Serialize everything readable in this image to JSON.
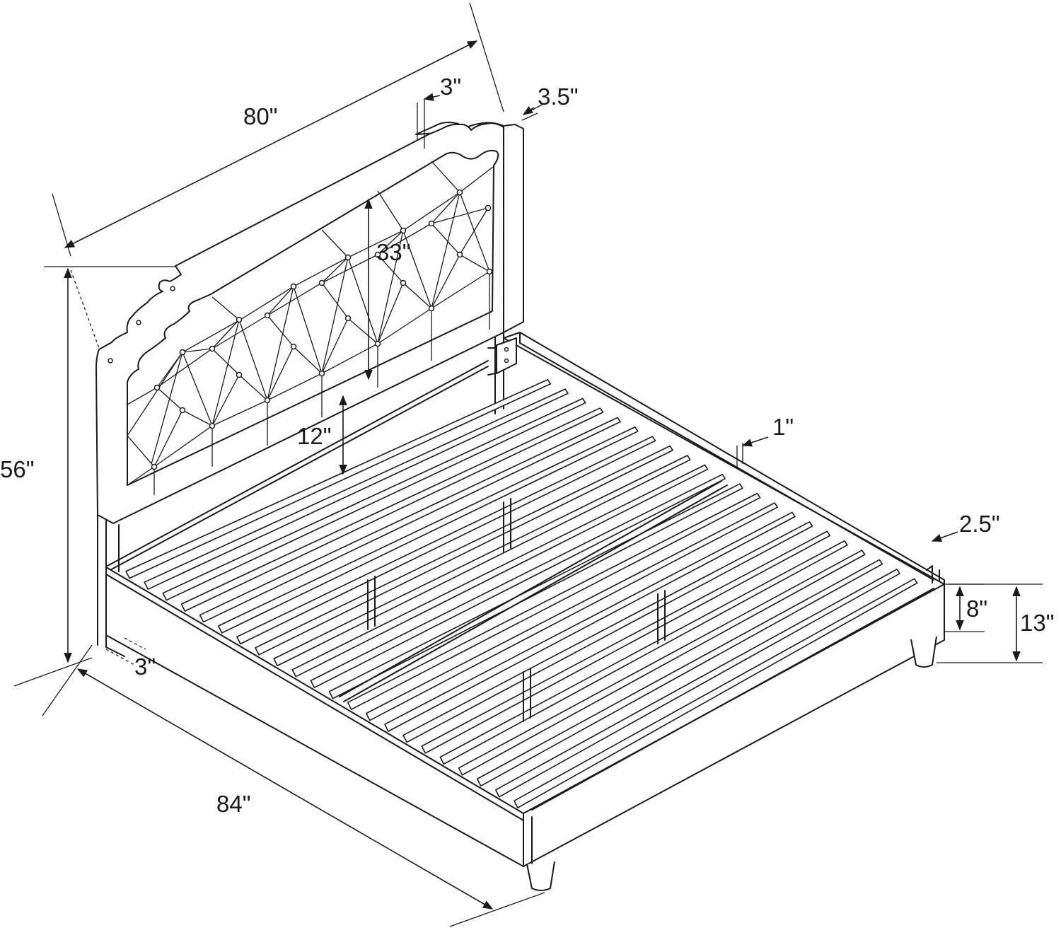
{
  "diagram": {
    "dimensions": {
      "headboard_width": "80\"",
      "headboard_depth_top": "3\"",
      "headboard_thickness": "3.5\"",
      "panel_height": "33\"",
      "clearance": "12\"",
      "total_height": "56\"",
      "rail_thickness": "1\"",
      "rail_offset": "2.5\"",
      "rail_height": "8\"",
      "frame_height": "13\"",
      "foot_offset": "3\"",
      "length": "84\""
    },
    "colors": {
      "line": "#1a1a1a",
      "background": "#ffffff"
    }
  }
}
